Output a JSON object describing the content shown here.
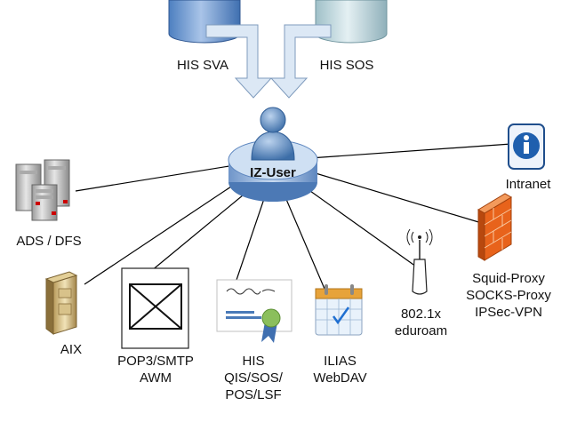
{
  "center": {
    "label": "IZ-User"
  },
  "sources": [
    {
      "id": "his-sva",
      "label": "HIS SVA"
    },
    {
      "id": "his-sos",
      "label": "HIS SOS"
    }
  ],
  "nodes": [
    {
      "id": "ads-dfs",
      "lines": [
        "ADS / DFS"
      ]
    },
    {
      "id": "aix",
      "lines": [
        "AIX"
      ]
    },
    {
      "id": "pop3-smtp",
      "lines": [
        "POP3/SMTP",
        "AWM"
      ]
    },
    {
      "id": "his-qis",
      "lines": [
        "HIS",
        "QIS/SOS/",
        "POS/LSF"
      ]
    },
    {
      "id": "ilias",
      "lines": [
        "ILIAS",
        "WebDAV"
      ]
    },
    {
      "id": "eduroam",
      "lines": [
        "802.1x",
        "eduroam"
      ]
    },
    {
      "id": "squid",
      "lines": [
        "Squid-Proxy",
        "SOCKS-Proxy",
        "IPSec-VPN"
      ]
    },
    {
      "id": "intranet",
      "lines": [
        "Intranet"
      ]
    }
  ],
  "colors": {
    "line": "#000000",
    "cylinder": "#5e8dc9",
    "arrow": "#dce8f5",
    "center": "#9ab6dd",
    "firewall": "#e8631b"
  },
  "icons": [
    "database-icon",
    "user-icon",
    "server-icon",
    "mail-icon",
    "certificate-icon",
    "calendar-icon",
    "antenna-icon",
    "firewall-icon",
    "info-icon"
  ]
}
